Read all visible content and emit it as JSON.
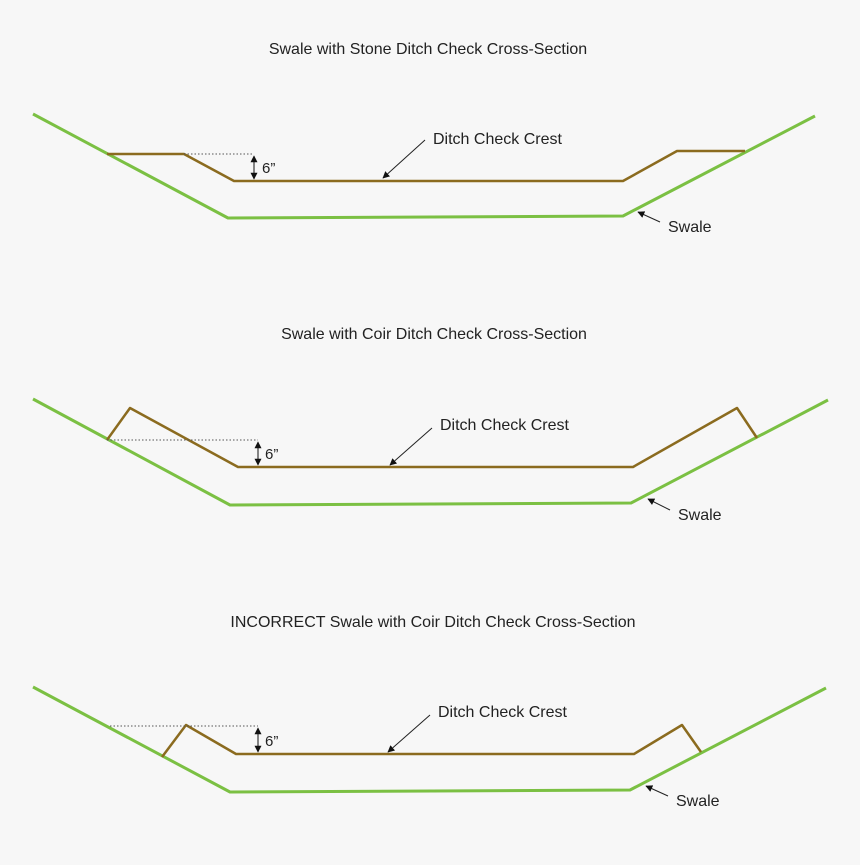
{
  "colors": {
    "background": "#f7f7f7",
    "swale": "#7bc043",
    "ditch_check": "#8b6b1f",
    "text": "#222222"
  },
  "panels": [
    {
      "title": "Swale with Stone Ditch Check Cross-Section",
      "crest_label": "Ditch Check Crest",
      "swale_label": "Swale",
      "dimension_label": "6”"
    },
    {
      "title": "Swale with Coir Ditch Check Cross-Section",
      "crest_label": "Ditch Check Crest",
      "swale_label": "Swale",
      "dimension_label": "6”"
    },
    {
      "title": "INCORRECT Swale with Coir Ditch Check Cross-Section",
      "crest_label": "Ditch Check Crest",
      "swale_label": "Swale",
      "dimension_label": "6”"
    }
  ]
}
